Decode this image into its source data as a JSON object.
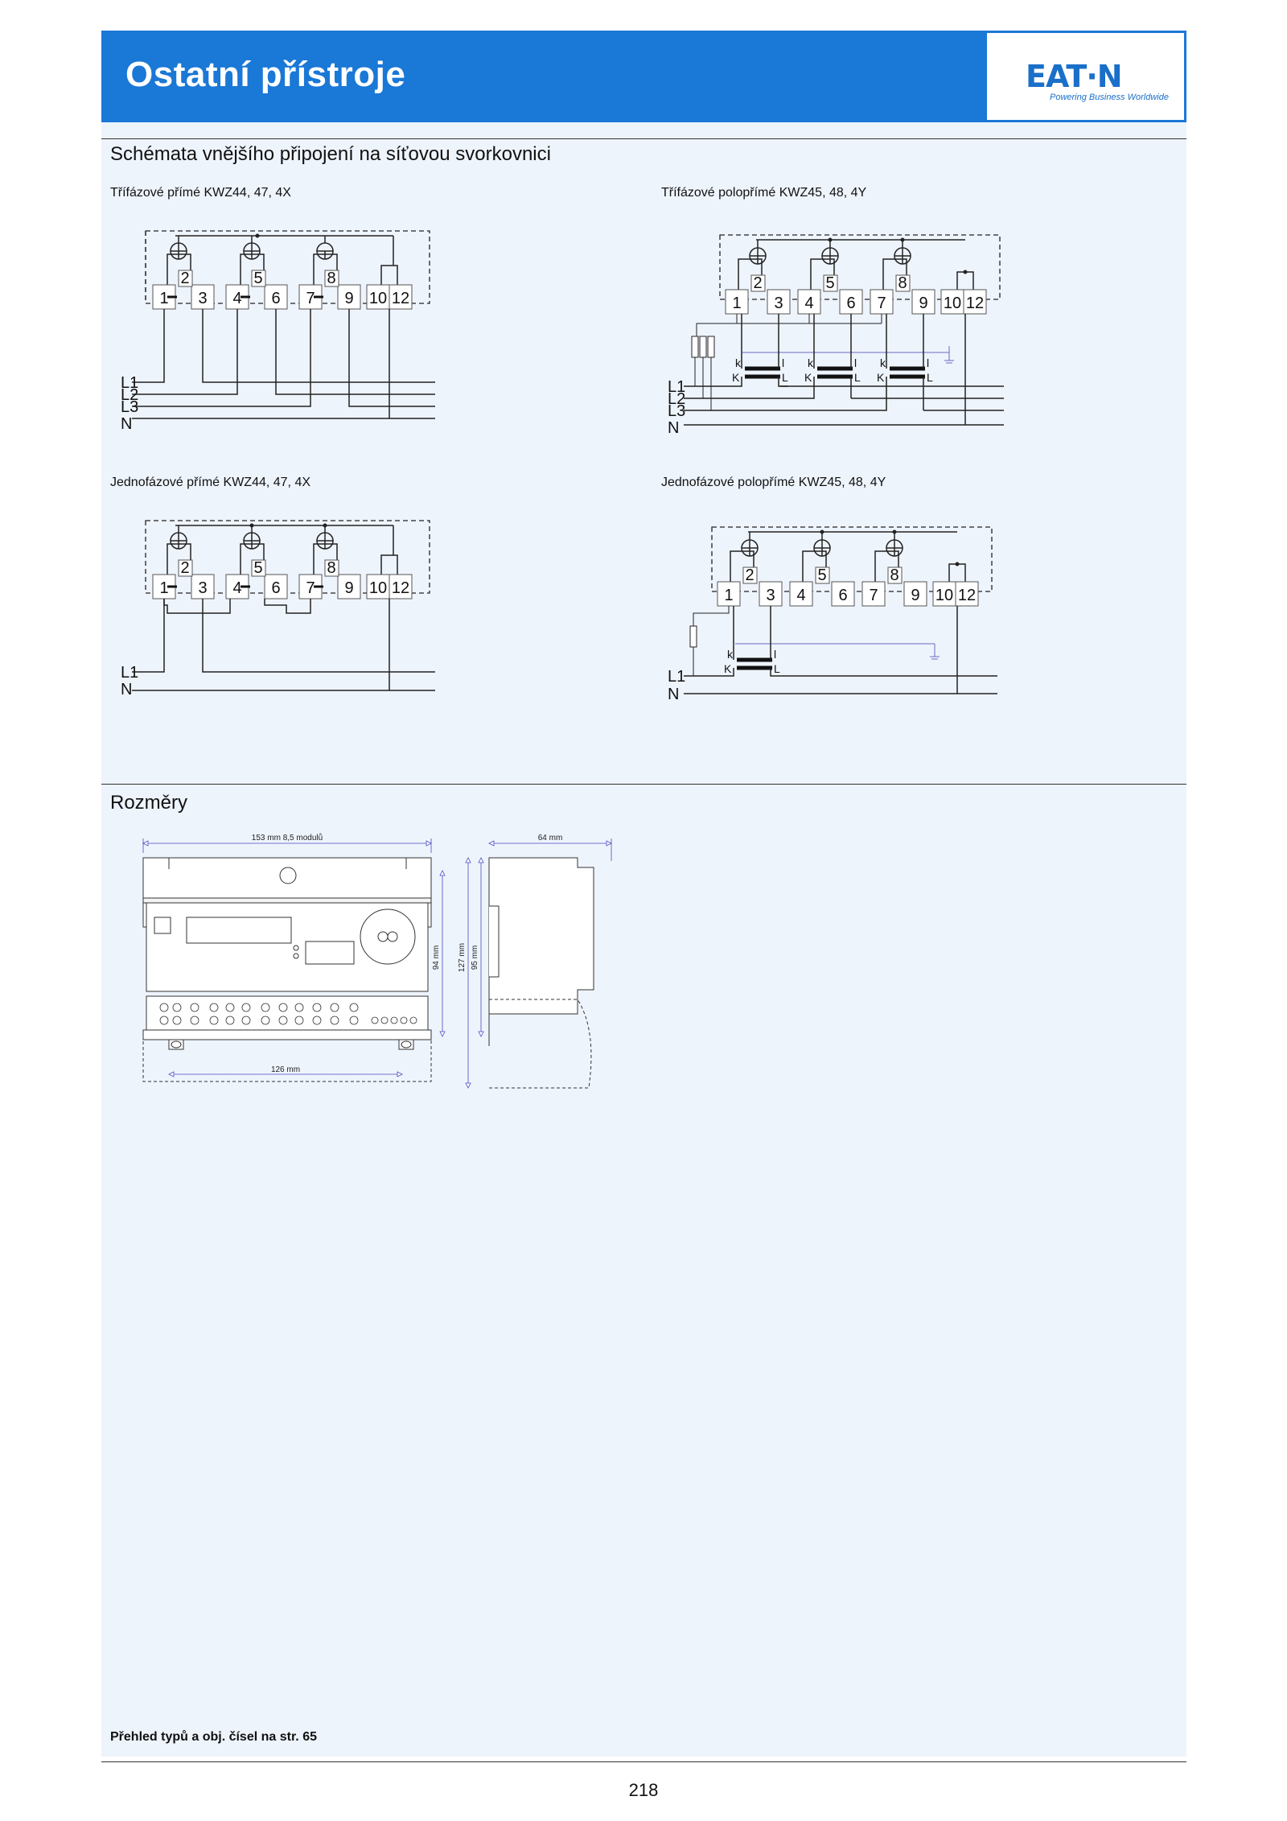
{
  "header": {
    "title": "Ostatní přístroje",
    "logo": {
      "name": "EAT·N",
      "tagline": "Powering Business Worldwide"
    }
  },
  "sections": {
    "wiring_title": "Schémata vnějšího připojení na síťovou svorkovnici",
    "dimensions_title": "Rozměry"
  },
  "diagrams": {
    "three_phase_direct": "Třífázové přímé KWZ44, 47, 4X",
    "three_phase_semi": "Třífázové polopřímé KWZ45, 48, 4Y",
    "single_phase_direct": "Jednofázové přímé KWZ44, 47, 4X",
    "single_phase_semi": "Jednofázové polopřímé KWZ45, 48, 4Y"
  },
  "terminals": [
    "1",
    "3",
    "4",
    "6",
    "7",
    "9",
    "10",
    "12"
  ],
  "coil_labels": [
    "2",
    "5",
    "8"
  ],
  "lines_three_phase": [
    "L1",
    "L2",
    "L3",
    "N"
  ],
  "lines_single_phase": [
    "L1",
    "N"
  ],
  "ct_labels": {
    "k": "k",
    "K": "K",
    "l": "l",
    "L": "L"
  },
  "dimensions": {
    "width": "153 mm  8,5 modulů",
    "depth": "64 mm",
    "height_body": "94 mm",
    "height_total": "127 mm",
    "height_front": "95 mm",
    "mount_spacing": "126 mm"
  },
  "footer": {
    "note": "Přehled typů a obj. čísel na str. 65",
    "page_number": "218"
  }
}
